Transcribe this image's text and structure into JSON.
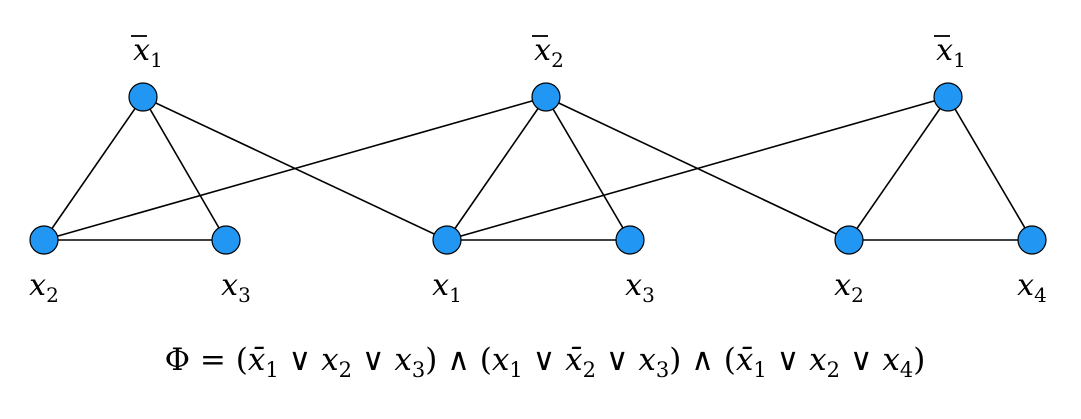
{
  "graph": {
    "colors": {
      "node_fill": "#2196f3",
      "node_stroke": "#000000",
      "edge": "#000000"
    },
    "nodes": [
      {
        "id": "c1-neg-x1",
        "var": "x",
        "sub": "1",
        "negated": true
      },
      {
        "id": "c1-x2",
        "var": "x",
        "sub": "2",
        "negated": false
      },
      {
        "id": "c1-x3",
        "var": "x",
        "sub": "3",
        "negated": false
      },
      {
        "id": "c2-neg-x2",
        "var": "x",
        "sub": "2",
        "negated": true
      },
      {
        "id": "c2-x1",
        "var": "x",
        "sub": "1",
        "negated": false
      },
      {
        "id": "c2-x3",
        "var": "x",
        "sub": "3",
        "negated": false
      },
      {
        "id": "c3-neg-x1",
        "var": "x",
        "sub": "1",
        "negated": true
      },
      {
        "id": "c3-x2",
        "var": "x",
        "sub": "2",
        "negated": false
      },
      {
        "id": "c3-x4",
        "var": "x",
        "sub": "4",
        "negated": false
      }
    ],
    "edges": [
      [
        "c1-neg-x1",
        "c1-x2"
      ],
      [
        "c1-neg-x1",
        "c1-x3"
      ],
      [
        "c1-x2",
        "c1-x3"
      ],
      [
        "c2-neg-x2",
        "c2-x1"
      ],
      [
        "c2-neg-x2",
        "c2-x3"
      ],
      [
        "c2-x1",
        "c2-x3"
      ],
      [
        "c3-neg-x1",
        "c3-x2"
      ],
      [
        "c3-neg-x1",
        "c3-x4"
      ],
      [
        "c3-x2",
        "c3-x4"
      ],
      [
        "c1-neg-x1",
        "c2-x1"
      ],
      [
        "c1-x2",
        "c2-neg-x2"
      ],
      [
        "c2-neg-x2",
        "c3-x2"
      ],
      [
        "c2-x1",
        "c3-neg-x1"
      ]
    ]
  },
  "formula": {
    "lhs": "Φ",
    "eq": "=",
    "and": "∧",
    "or": "∨",
    "clauses": [
      [
        {
          "var": "x",
          "sub": "1",
          "negated": true
        },
        {
          "var": "x",
          "sub": "2",
          "negated": false
        },
        {
          "var": "x",
          "sub": "3",
          "negated": false
        }
      ],
      [
        {
          "var": "x",
          "sub": "1",
          "negated": false
        },
        {
          "var": "x",
          "sub": "2",
          "negated": true
        },
        {
          "var": "x",
          "sub": "3",
          "negated": false
        }
      ],
      [
        {
          "var": "x",
          "sub": "1",
          "negated": true
        },
        {
          "var": "x",
          "sub": "2",
          "negated": false
        },
        {
          "var": "x",
          "sub": "4",
          "negated": false
        }
      ]
    ]
  }
}
